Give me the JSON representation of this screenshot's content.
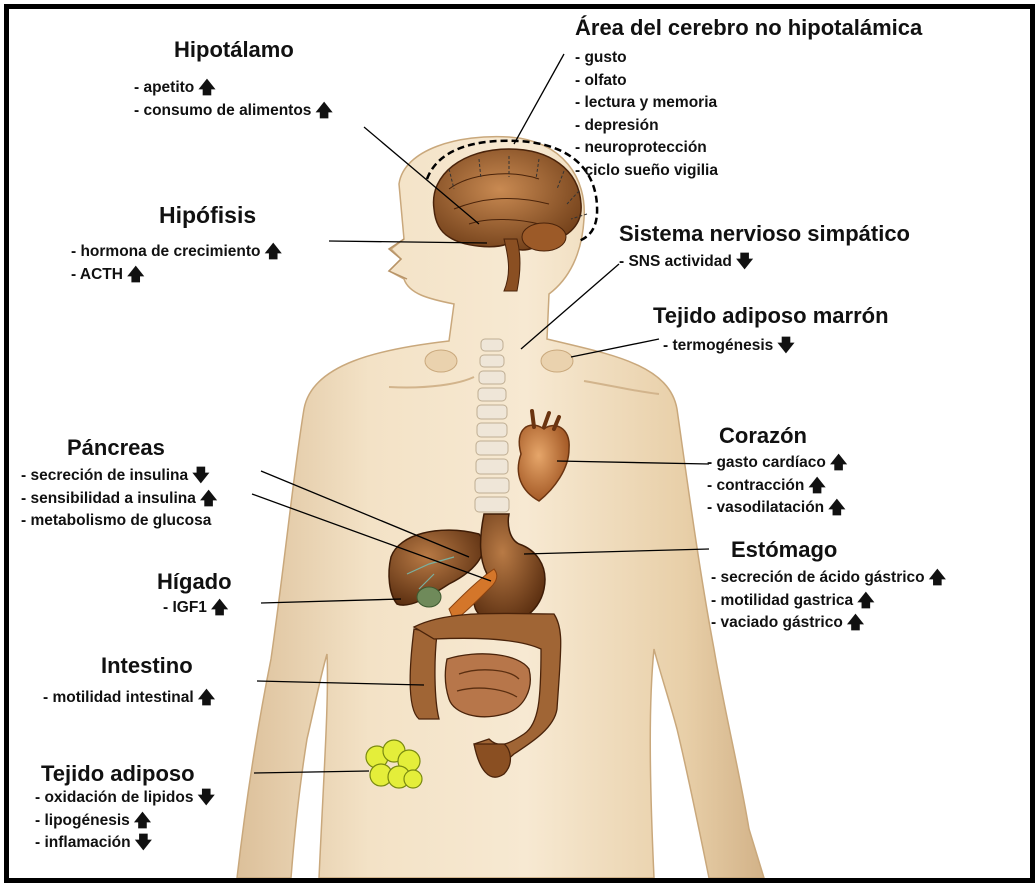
{
  "labels": {
    "hipotalamo": {
      "title": "Hipotálamo",
      "items": [
        {
          "text": "- apetito",
          "arrow": "up"
        },
        {
          "text": "- consumo de alimentos",
          "arrow": "up"
        }
      ]
    },
    "cerebro": {
      "title": "Área del cerebro no hipotalámica",
      "items": [
        {
          "text": "- gusto",
          "arrow": ""
        },
        {
          "text": "- olfato",
          "arrow": ""
        },
        {
          "text": "- lectura y memoria",
          "arrow": ""
        },
        {
          "text": "- depresión",
          "arrow": ""
        },
        {
          "text": "- neuroprotección",
          "arrow": ""
        },
        {
          "text": "- ciclo sueño vigilia",
          "arrow": ""
        }
      ]
    },
    "hipofisis": {
      "title": "Hipófisis",
      "items": [
        {
          "text": "- hormona de crecimiento",
          "arrow": "up"
        },
        {
          "text": "- ACTH",
          "arrow": "up"
        }
      ]
    },
    "sns": {
      "title": "Sistema nervioso simpático",
      "items": [
        {
          "text": "- SNS actividad",
          "arrow": "down"
        }
      ]
    },
    "marron": {
      "title": "Tejido adiposo marrón",
      "items": [
        {
          "text": "- termogénesis",
          "arrow": "down"
        }
      ]
    },
    "pancreas": {
      "title": "Páncreas",
      "items": [
        {
          "text": "- secreción de insulina",
          "arrow": "down"
        },
        {
          "text": "- sensibilidad a insulina",
          "arrow": "up"
        },
        {
          "text": "- metabolismo de glucosa",
          "arrow": ""
        }
      ]
    },
    "corazon": {
      "title": "Corazón",
      "items": [
        {
          "text": "- gasto cardíaco",
          "arrow": "up"
        },
        {
          "text": "- contracción",
          "arrow": "up"
        },
        {
          "text": "- vasodilatación",
          "arrow": "up"
        }
      ]
    },
    "estomago": {
      "title": "Estómago",
      "items": [
        {
          "text": "- secreción de ácido gástrico",
          "arrow": "up"
        },
        {
          "text": "- motilidad gastrica",
          "arrow": "up"
        },
        {
          "text": "- vaciado gástrico",
          "arrow": "up"
        }
      ]
    },
    "higado": {
      "title": "Hígado",
      "items": [
        {
          "text": "- IGF1",
          "arrow": "up"
        }
      ]
    },
    "intestino": {
      "title": "Intestino",
      "items": [
        {
          "text": "- motilidad intestinal",
          "arrow": "up"
        }
      ]
    },
    "adiposo": {
      "title": "Tejido adiposo",
      "items": [
        {
          "text": "- oxidación de lipidos",
          "arrow": "down"
        },
        {
          "text": "- lipogénesis",
          "arrow": "up"
        },
        {
          "text": "- inflamación",
          "arrow": "down"
        }
      ]
    }
  },
  "arrows": {
    "up": "🡅",
    "down": "🡇"
  },
  "colors": {
    "body_light": "#f6e6cc",
    "body_mid": "#e9cfa6",
    "body_shadow": "#cfae80",
    "organ_brown": "#8a4f22",
    "organ_dark": "#5e3010",
    "heart": "#b8682e",
    "pancreas": "#d77a2a",
    "fat": "#e6ee3a",
    "line": "#000000"
  }
}
